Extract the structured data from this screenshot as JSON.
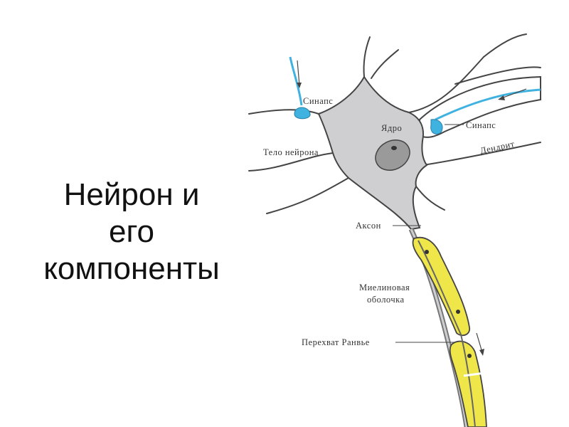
{
  "slide": {
    "title_lines": [
      "Нейрон и",
      "его",
      "компоненты"
    ]
  },
  "diagram": {
    "labels": {
      "synapse_top": "Синапс",
      "synapse_right": "Синапс",
      "nucleus": "Ядро",
      "cell_body": "Тело нейрона",
      "dendrite": "Дендрит",
      "axon": "Аксон",
      "myelin_line1": "Миелиновая",
      "myelin_line2": "оболочка",
      "ranvier": "Перехват Ранвье"
    },
    "colors": {
      "soma_fill": "#cfcfd2",
      "outline": "#444444",
      "synapse_blue": "#3fb2e0",
      "myelin_yellow": "#efe64a",
      "nucleus_fill": "#9a9a9a"
    }
  }
}
